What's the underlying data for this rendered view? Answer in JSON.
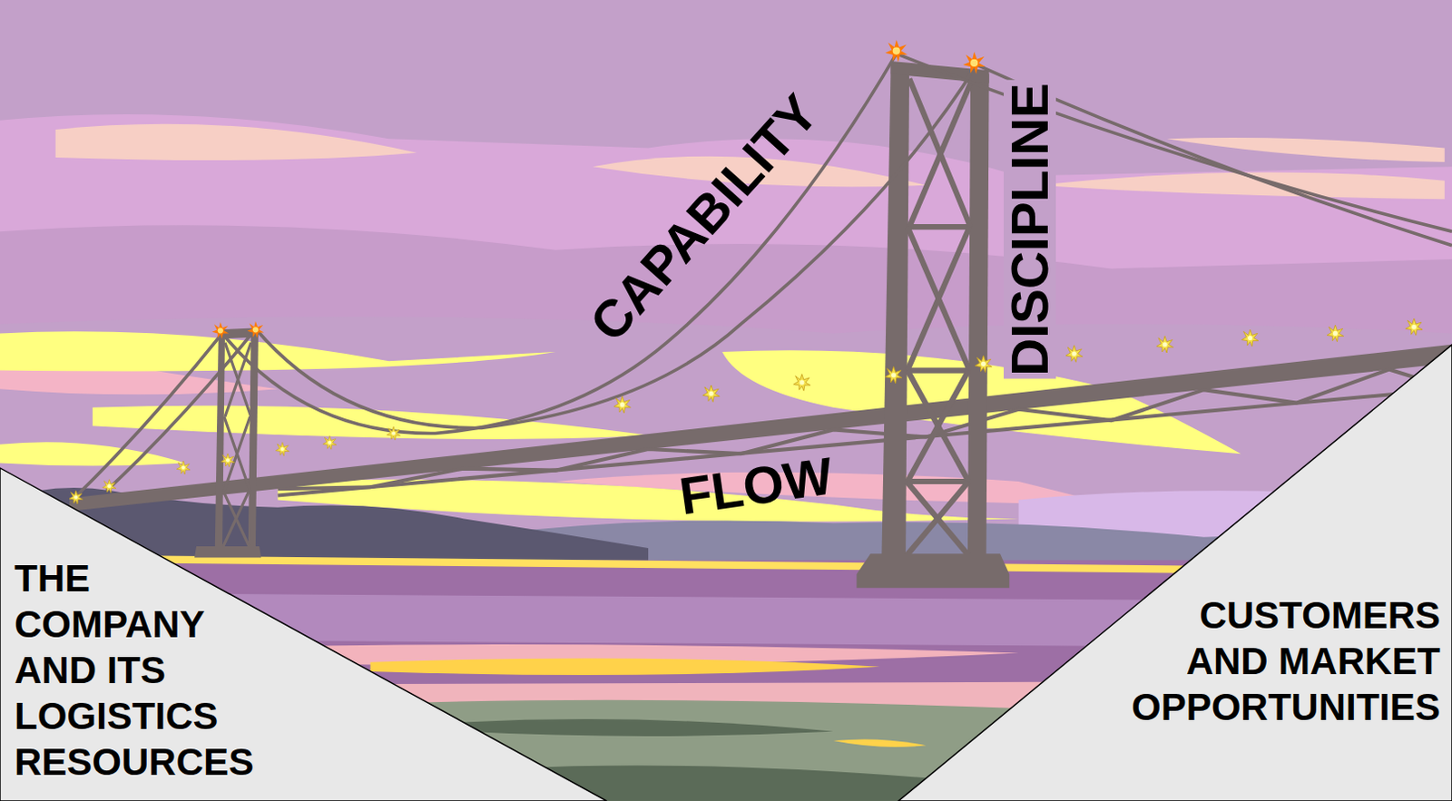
{
  "diagram": {
    "nodes": [
      {
        "text": [
          "THE COMPANY AND ITS LOGISTICS RESOURCES"
        ]
      },
      {
        "text": [
          "CUSTOMERS AND MARKET OPPORTUNITIES"
        ]
      }
    ],
    "labels": [
      "CAPABILITY",
      "FLOW",
      "DISCIPLINE"
    ]
  }
}
